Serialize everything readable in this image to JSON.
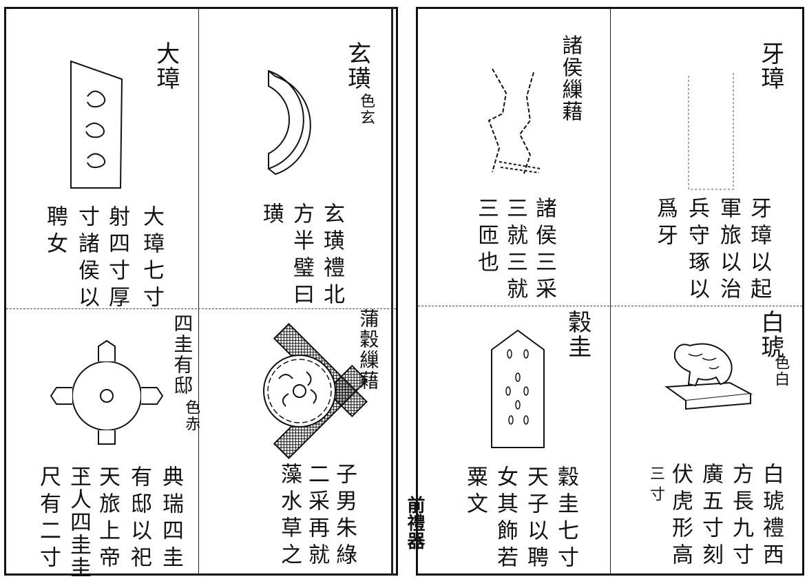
{
  "panels": {
    "dazhang": {
      "title": "大璋",
      "text": [
        "大璋七寸",
        "射四寸厚",
        "寸諸侯以",
        "聘女"
      ]
    },
    "xuanhuang": {
      "title": "玄璜",
      "note": "色玄",
      "text": [
        "玄璜禮北",
        "方半璧曰",
        "璜"
      ]
    },
    "zhuhou": {
      "title": "諸侯繅藉",
      "text": [
        "諸侯三采",
        "三就三就",
        "三匝也"
      ]
    },
    "yazhang": {
      "title": "牙璋",
      "text": [
        "牙璋以起",
        "軍旅以治",
        "兵守琢以",
        "爲牙"
      ]
    },
    "sigui": {
      "title": "四圭有邸",
      "note": "色赤",
      "text": [
        "典瑞四圭",
        "有邸以祀",
        "天旅上帝",
        "玊人四圭圭",
        "尺有二寸"
      ]
    },
    "pugu": {
      "title": "蒲穀繅藉",
      "text": [
        "子男朱綠",
        "二采再就",
        "藻水草之"
      ]
    },
    "gugui": {
      "title": "穀圭",
      "text": [
        "穀圭七寸",
        "天子以聘",
        "女其飾若",
        "粟文"
      ]
    },
    "baihu": {
      "title": "白琥",
      "note": "色白",
      "text": [
        "白琥禮西",
        "方長九寸",
        "廣五寸刻",
        "伏虎形高",
        "三寸"
      ]
    }
  },
  "spine": "前禮器"
}
